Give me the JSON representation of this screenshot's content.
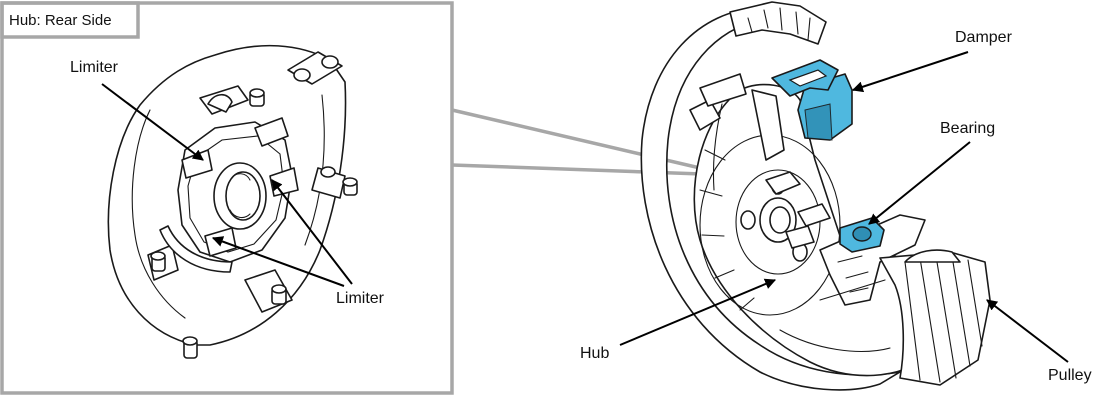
{
  "inset": {
    "title": "Hub: Rear Side",
    "labels": {
      "limiter_top": "Limiter",
      "limiter_bottom": "Limiter"
    }
  },
  "main": {
    "labels": {
      "damper": "Damper",
      "bearing": "Bearing",
      "hub": "Hub",
      "pulley": "Pulley"
    }
  },
  "colors": {
    "highlight": "#4fb8df",
    "highlight_dark": "#2f8fb5",
    "frame": "#a7a7a7",
    "ink": "#1a1a1a",
    "ink_fill": "#ffffff"
  },
  "icons": {
    "hub_rear": "hub-rear-side-drawing",
    "pulley_assembly": "pulley-assembly-cutaway-drawing"
  }
}
